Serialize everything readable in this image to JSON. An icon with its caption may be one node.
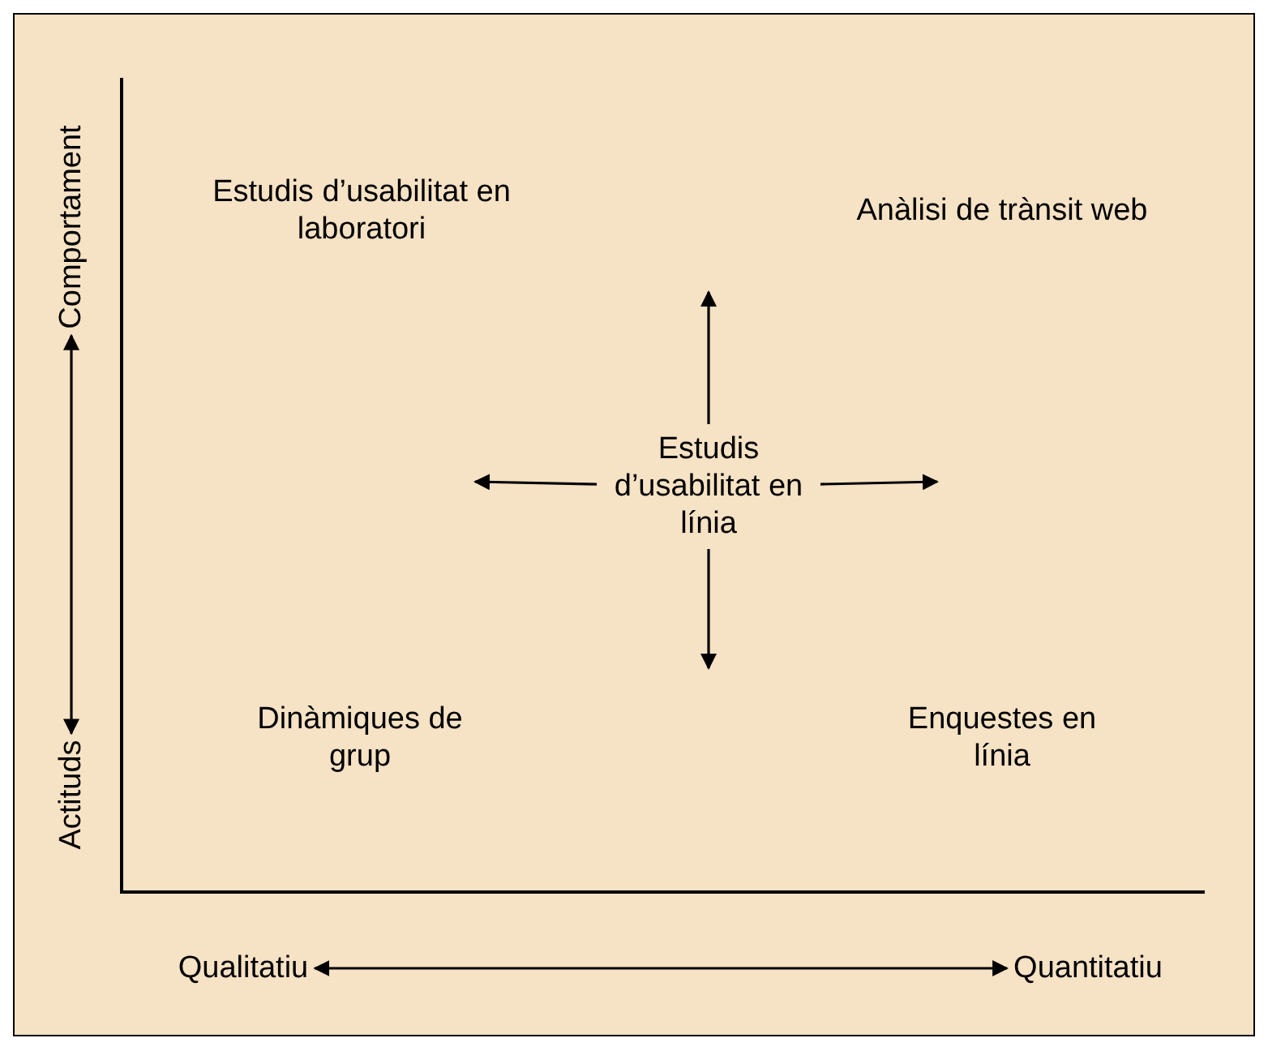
{
  "diagram": {
    "nodes": [
      {
        "text": [
          "Estudis d’usabilitat en laboratori"
        ]
      },
      {
        "text": [
          "Anàlisi de trànsit web"
        ]
      },
      {
        "text": [
          "Estudis d’usabilitat en línia"
        ]
      },
      {
        "text": [
          "Dinàmiques de grup"
        ]
      },
      {
        "text": [
          "Enquestes en línia"
        ]
      },
      {
        "text": [
          "Comportament"
        ]
      },
      {
        "text": [
          "Actituds"
        ]
      },
      {
        "text": [
          "Qualitatiu"
        ]
      },
      {
        "text": [
          "Quantitatiu"
        ]
      }
    ],
    "edges": [
      {
        "from": 2,
        "to": null,
        "arrow": "to"
      },
      {
        "from": 2,
        "to": null,
        "arrow": "to"
      },
      {
        "from": 2,
        "to": null,
        "arrow": "to"
      },
      {
        "from": 2,
        "to": null,
        "arrow": "to"
      },
      {
        "from": 5,
        "to": 6,
        "arrow": "both"
      },
      {
        "from": 7,
        "to": 8,
        "arrow": "both"
      }
    ]
  }
}
